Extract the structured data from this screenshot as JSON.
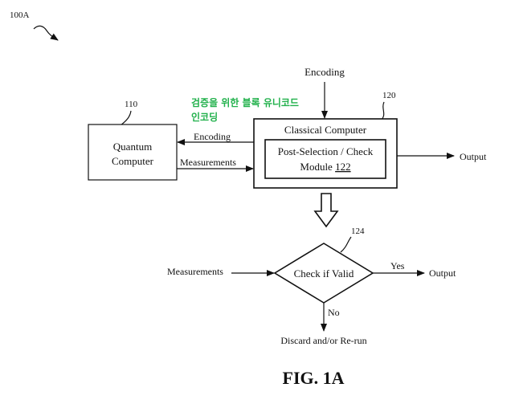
{
  "figure_ref": "100A",
  "annotation": {
    "line1": "검증을 위한 블록 유니코드",
    "line2": "인코딩"
  },
  "quantum_computer": {
    "ref": "110",
    "line1": "Quantum",
    "line2": "Computer"
  },
  "classical_computer": {
    "ref": "120",
    "title": "Classical Computer",
    "module_line1": "Post-Selection / Check",
    "module_line2_prefix": "Module ",
    "module_line2_ref": "122"
  },
  "arrows": {
    "encoding_top": "Encoding",
    "encoding_left": "Encoding",
    "measurements_qc": "Measurements",
    "output_cc": "Output"
  },
  "decision": {
    "ref": "124",
    "label": "Check if Valid",
    "input_label": "Measurements",
    "yes_label": "Yes",
    "no_label": "No",
    "output_label": "Output",
    "no_result": "Discard and/or Re-run"
  },
  "caption": "FIG. 1A"
}
